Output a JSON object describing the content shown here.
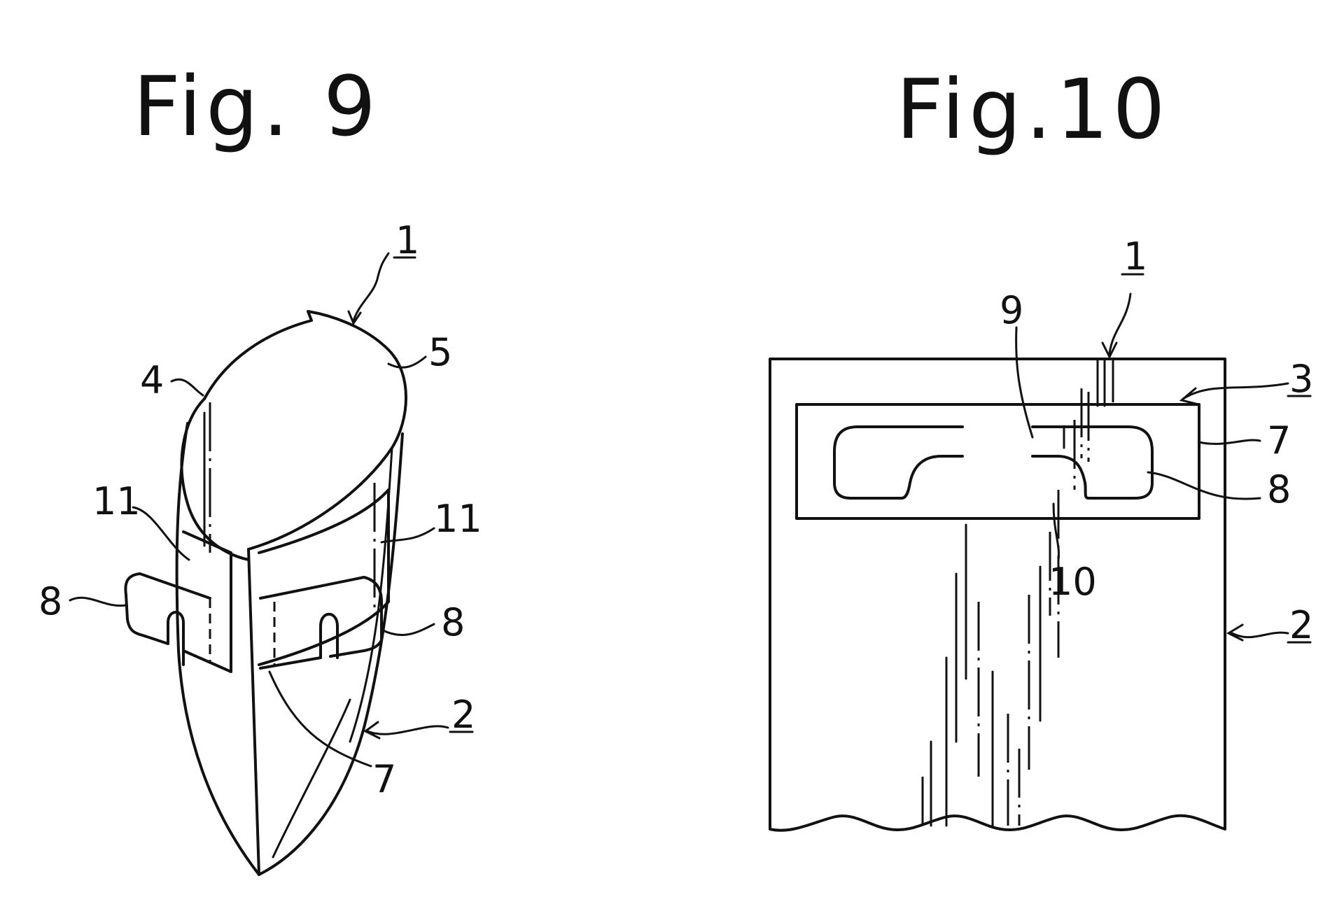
{
  "figures": [
    {
      "title": "Fig. 9",
      "labels": {
        "ref_1": "1",
        "ref_2": "2",
        "ref_4": "4",
        "ref_5": "5",
        "ref_7": "7",
        "ref_8_left": "8",
        "ref_8_right": "8",
        "ref_11_left": "11",
        "ref_11_right": "11"
      }
    },
    {
      "title": "Fig.10",
      "labels": {
        "ref_1": "1",
        "ref_2": "2",
        "ref_3": "3",
        "ref_7": "7",
        "ref_8": "8",
        "ref_9": "9",
        "ref_10": "10"
      }
    }
  ]
}
